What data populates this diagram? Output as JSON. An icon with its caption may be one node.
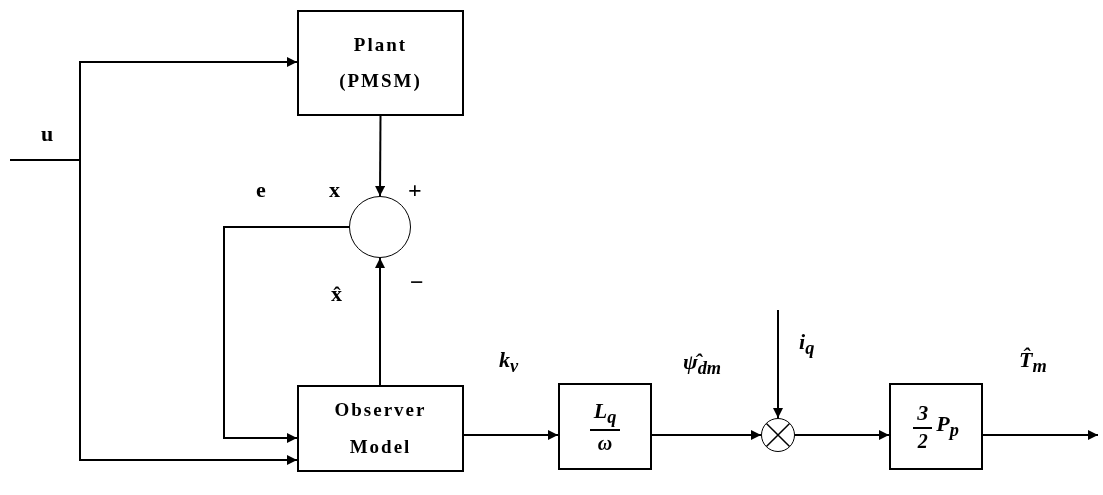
{
  "diagram": {
    "nodes": [
      {
        "text": [
          "Plant (PMSM)"
        ]
      },
      {
        "text": [],
        "shape": "circle"
      },
      {
        "text": [
          "Observer Model"
        ]
      },
      {
        "text": [
          "L$_{q}$",
          "ω"
        ]
      },
      {
        "text": [],
        "shape": "circle"
      },
      {
        "text": [
          "3",
          "2",
          "P$_{p}$"
        ]
      }
    ],
    "edges": [
      {
        "from": null,
        "to": 0,
        "arrow": "to",
        "label": "u"
      },
      {
        "from": null,
        "to": 2,
        "arrow": "to"
      },
      {
        "from": 0,
        "to": 1,
        "arrow": "to",
        "label": "x"
      },
      {
        "from": 2,
        "to": 1,
        "arrow": "to",
        "label": "x̂"
      },
      {
        "from": 1,
        "to": 2,
        "arrow": "to",
        "label": "e"
      },
      {
        "from": 2,
        "to": 3,
        "arrow": "to",
        "label": "k$_{v}$"
      },
      {
        "from": 3,
        "to": 4,
        "arrow": "to",
        "label": "ψ̂$_{dm}$"
      },
      {
        "from": null,
        "to": 4,
        "arrow": "to",
        "label": "i$_{q}$"
      },
      {
        "from": 4,
        "to": 5,
        "arrow": "to"
      },
      {
        "from": 5,
        "to": null,
        "arrow": "to",
        "label": "T̂$_{m}$"
      }
    ],
    "labels": [
      "+",
      "−"
    ]
  }
}
